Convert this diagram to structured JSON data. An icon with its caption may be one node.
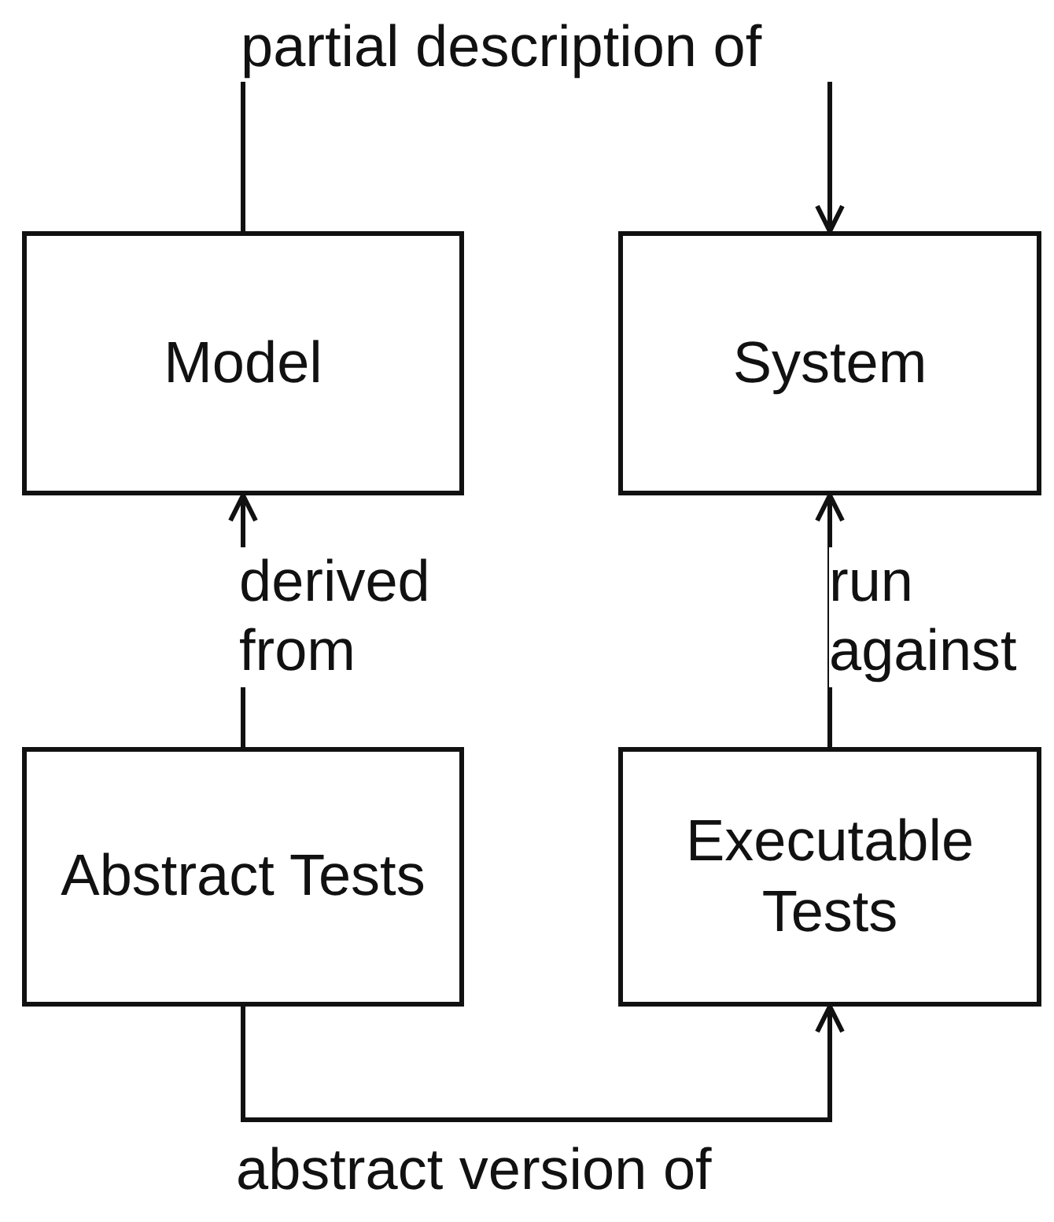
{
  "diagram": {
    "nodes": [
      {
        "text": [
          "Model"
        ]
      },
      {
        "text": [
          "System"
        ]
      },
      {
        "text": [
          "Abstract Tests"
        ]
      },
      {
        "text": [
          "Executable Tests"
        ]
      }
    ],
    "edges": [
      {
        "from": 0,
        "to": 1,
        "arrow": "to",
        "label": "partial description of"
      },
      {
        "from": 2,
        "to": 0,
        "arrow": "to",
        "label": "derived from"
      },
      {
        "from": 3,
        "to": 1,
        "arrow": "to",
        "label": "run against"
      },
      {
        "from": 2,
        "to": 3,
        "arrow": "to",
        "label": "abstract version of"
      }
    ]
  }
}
